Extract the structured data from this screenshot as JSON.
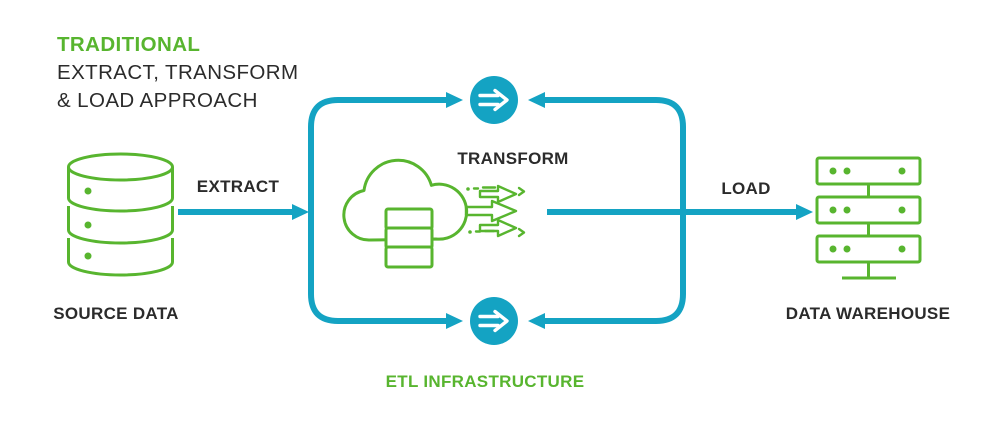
{
  "header": {
    "title_line1": "TRADITIONAL",
    "title_line2": "EXTRACT, TRANSFORM",
    "title_line3": "& LOAD APPROACH"
  },
  "diagram": {
    "source": {
      "label": "SOURCE DATA",
      "icon": "database-cylinder-icon"
    },
    "extract": {
      "label": "EXTRACT",
      "icon": "right-arrow"
    },
    "transform": {
      "label": "TRANSFORM",
      "icon": "cloud-database-icon"
    },
    "transform_nodes": {
      "icon": "circle-double-arrow-icon",
      "count": 2
    },
    "load": {
      "label": "LOAD",
      "icon": "right-arrow"
    },
    "infrastructure": {
      "label": "ETL INFRASTRUCTURE"
    },
    "warehouse": {
      "label": "DATA WAREHOUSE",
      "icon": "server-stack-icon"
    }
  },
  "colors": {
    "accent_teal": "#14a3c3",
    "brand_green": "#58b52f",
    "text_dark": "#2b2b2b",
    "background": "#ffffff"
  }
}
